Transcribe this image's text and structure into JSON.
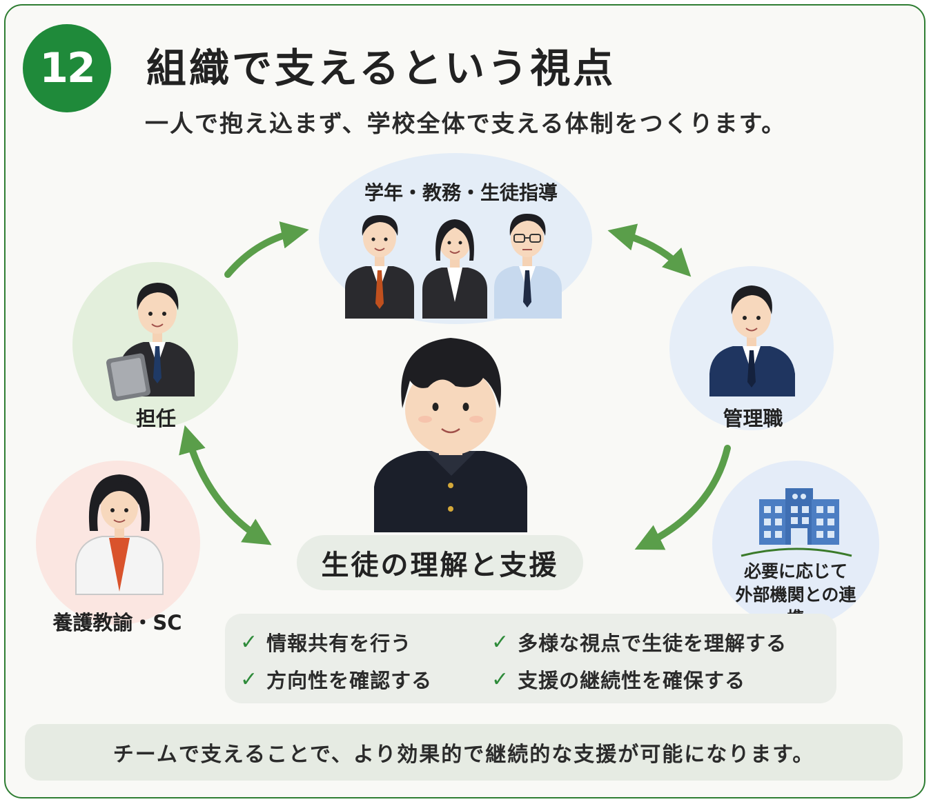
{
  "section_number": "12",
  "title": "組織で支えるという視点",
  "subtitle": "一人で抱え込まず、学校全体で支える体制をつくります。",
  "nodes": {
    "top": "学年・教務・生徒指導",
    "homeroom": "担任",
    "management": "管理職",
    "nurse": "養護教諭・SC",
    "external": "必要に応じて\n外部機関との連携",
    "center": "生徒の理解と支援"
  },
  "checklist": [
    "情報共有を行う",
    "多様な視点で生徒を理解する",
    "方向性を確認する",
    "支援の継続性を確保する"
  ],
  "footer": "チームで支えることで、より効果的で継続的な支援が可能になります。",
  "colors": {
    "accent_green": "#1f8a3a",
    "arrow_green": "#5a9e4a",
    "homeroom_bg": "#e3efdc",
    "top_bg": "#e4edf7",
    "management_bg": "#e6eef8",
    "nurse_bg": "#fbe6e1",
    "external_bg": "#e4ecf8"
  }
}
